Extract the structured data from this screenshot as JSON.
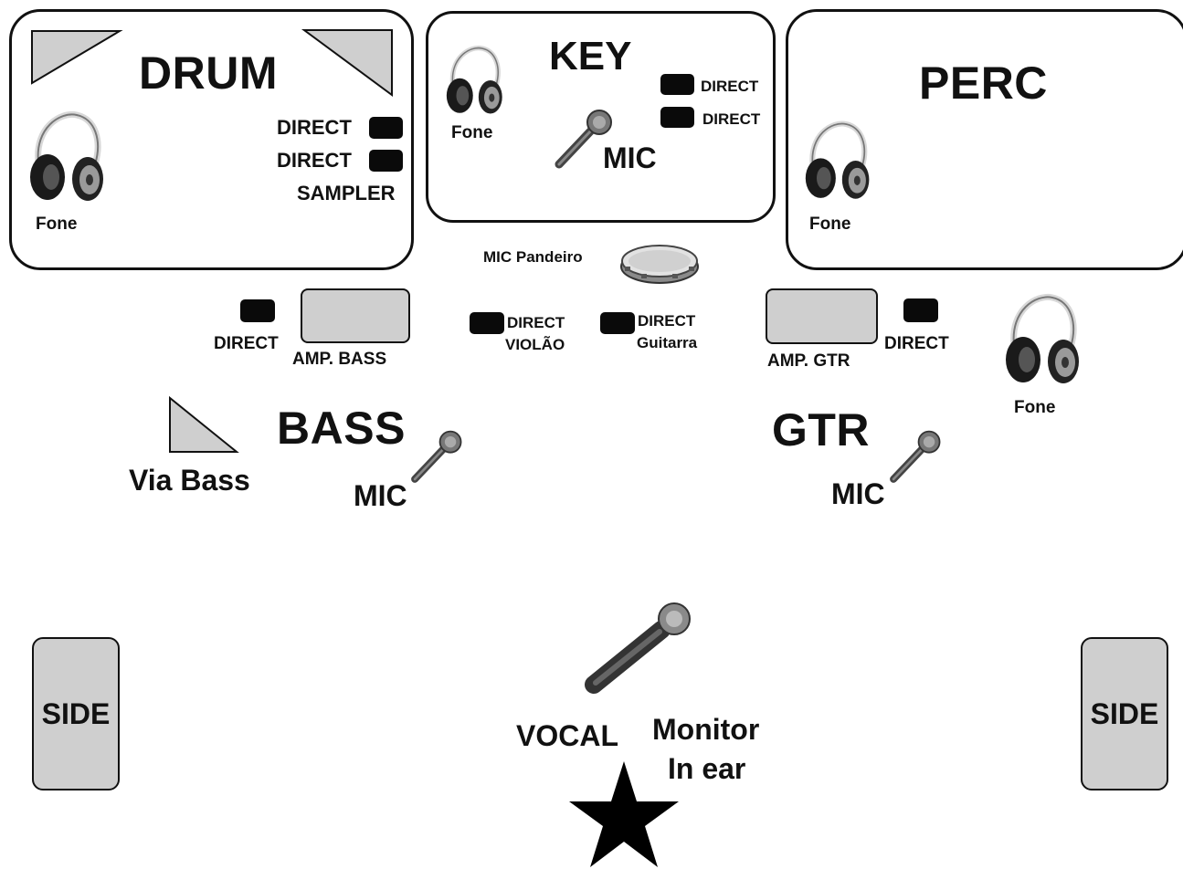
{
  "drum": {
    "title": "DRUM",
    "direct1": "DIRECT",
    "direct2": "DIRECT",
    "sampler": "SAMPLER",
    "fone": "Fone"
  },
  "key": {
    "title": "KEY",
    "fone": "Fone",
    "mic": "MIC",
    "direct1": "DIRECT",
    "direct2": "DIRECT"
  },
  "perc": {
    "title": "PERC",
    "fone": "Fone"
  },
  "pandeiro": {
    "label": "MIC Pandeiro"
  },
  "bass": {
    "title": "BASS",
    "direct": "DIRECT",
    "amp": "AMP. BASS",
    "via": "Via Bass",
    "mic": "MIC"
  },
  "center": {
    "direct_violao_1": "DIRECT",
    "direct_violao_2": "VIOLÃO",
    "direct_guitarra_1": "DIRECT",
    "direct_guitarra_2": "Guitarra"
  },
  "gtr": {
    "title": "GTR",
    "amp": "AMP. GTR",
    "direct": "DIRECT",
    "fone": "Fone",
    "mic": "MIC"
  },
  "vocal": {
    "label": "VOCAL",
    "monitor_1": "Monitor",
    "monitor_2": "In ear"
  },
  "sides": {
    "left": "SIDE",
    "right": "SIDE"
  },
  "colors": {
    "box_border": "#111111",
    "amp_fill": "#cfcfcf",
    "direct_box": "#0a0a0a"
  }
}
